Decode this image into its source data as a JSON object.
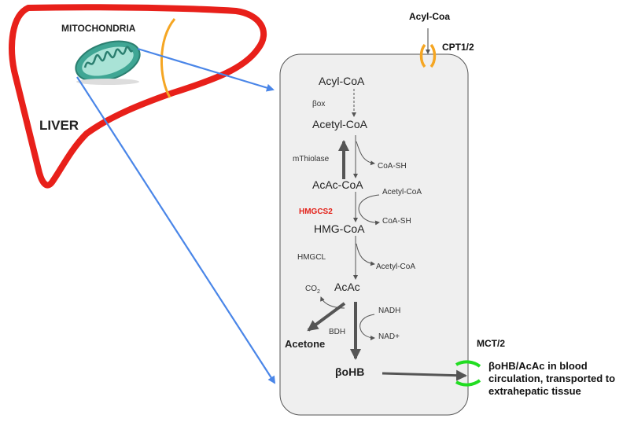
{
  "cell": {
    "liver_label": "LIVER",
    "mitochondria_label": "MITOCHONDRIA"
  },
  "transport": {
    "acyl_coa_outside": "Acyl-Coa",
    "cpt_label": "CPT1/2",
    "mct_label": "MCT/2",
    "blood_text": "βoHB/AcAc in blood circulation, transported to extrahepatic tissue"
  },
  "pathway": {
    "acyl_coa": "Acyl-CoA",
    "beta_ox": "βox",
    "acetyl_coa": "Acetyl-CoA",
    "mthiolase": "mThiolase",
    "coash_1": "CoA-SH",
    "acac_coa": "AcAc-CoA",
    "acetyl_coa_in": "Acetyl-CoA",
    "hmgcs2": "HMGCS2",
    "coash_2": "CoA-SH",
    "hmg_coa": "HMG-CoA",
    "hmgcl": "HMGCL",
    "acetyl_coa_out": "Acetyl-CoA",
    "acac": "AcAc",
    "co2_base": "CO",
    "co2_sub": "2",
    "nadh": "NADH",
    "bdh": "BDH",
    "nad": "NAD+",
    "acetone": "Acetone",
    "bohb": "βoHB"
  },
  "colors": {
    "liver_outline": "#e8201a",
    "membrane": "#f5a623",
    "arrow_blue": "#4a86e8",
    "mct_green": "#22dd22",
    "box_fill": "#efefef"
  }
}
